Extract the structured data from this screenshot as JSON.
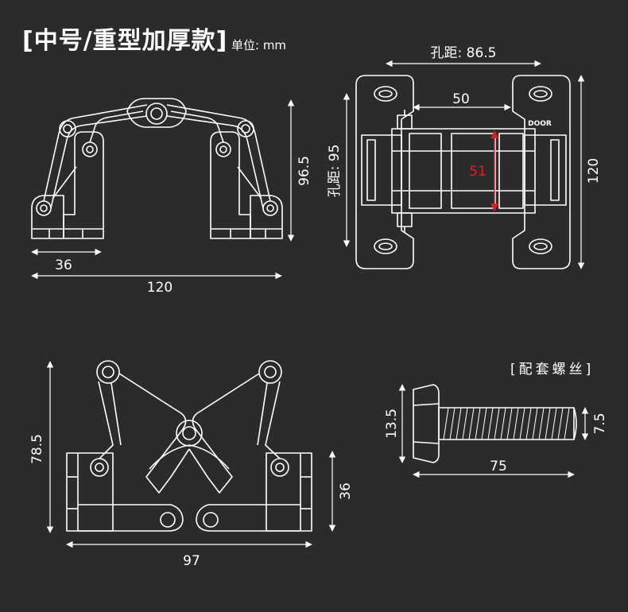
{
  "header": {
    "title": "[中号/重型加厚款]",
    "unit": "单位: mm"
  },
  "top_left_view": {
    "height": "96.5",
    "base_width": "36",
    "total_width": "120"
  },
  "top_right_view": {
    "hole_distance_h": "孔距: 86.5",
    "center_width": "50",
    "hole_distance_v": "孔距: 95",
    "cut_height": "51",
    "plate_height": "120",
    "brand": "DOOR"
  },
  "bottom_left_view": {
    "height": "78.5",
    "base_height": "36",
    "width": "97"
  },
  "screw_view": {
    "label": "[配套螺丝]",
    "head_size": "13.5",
    "thread_diameter": "7.5",
    "length": "75"
  },
  "colors": {
    "background": "#2b2b2b",
    "line": "#ffffff",
    "highlight": "#e02020"
  }
}
